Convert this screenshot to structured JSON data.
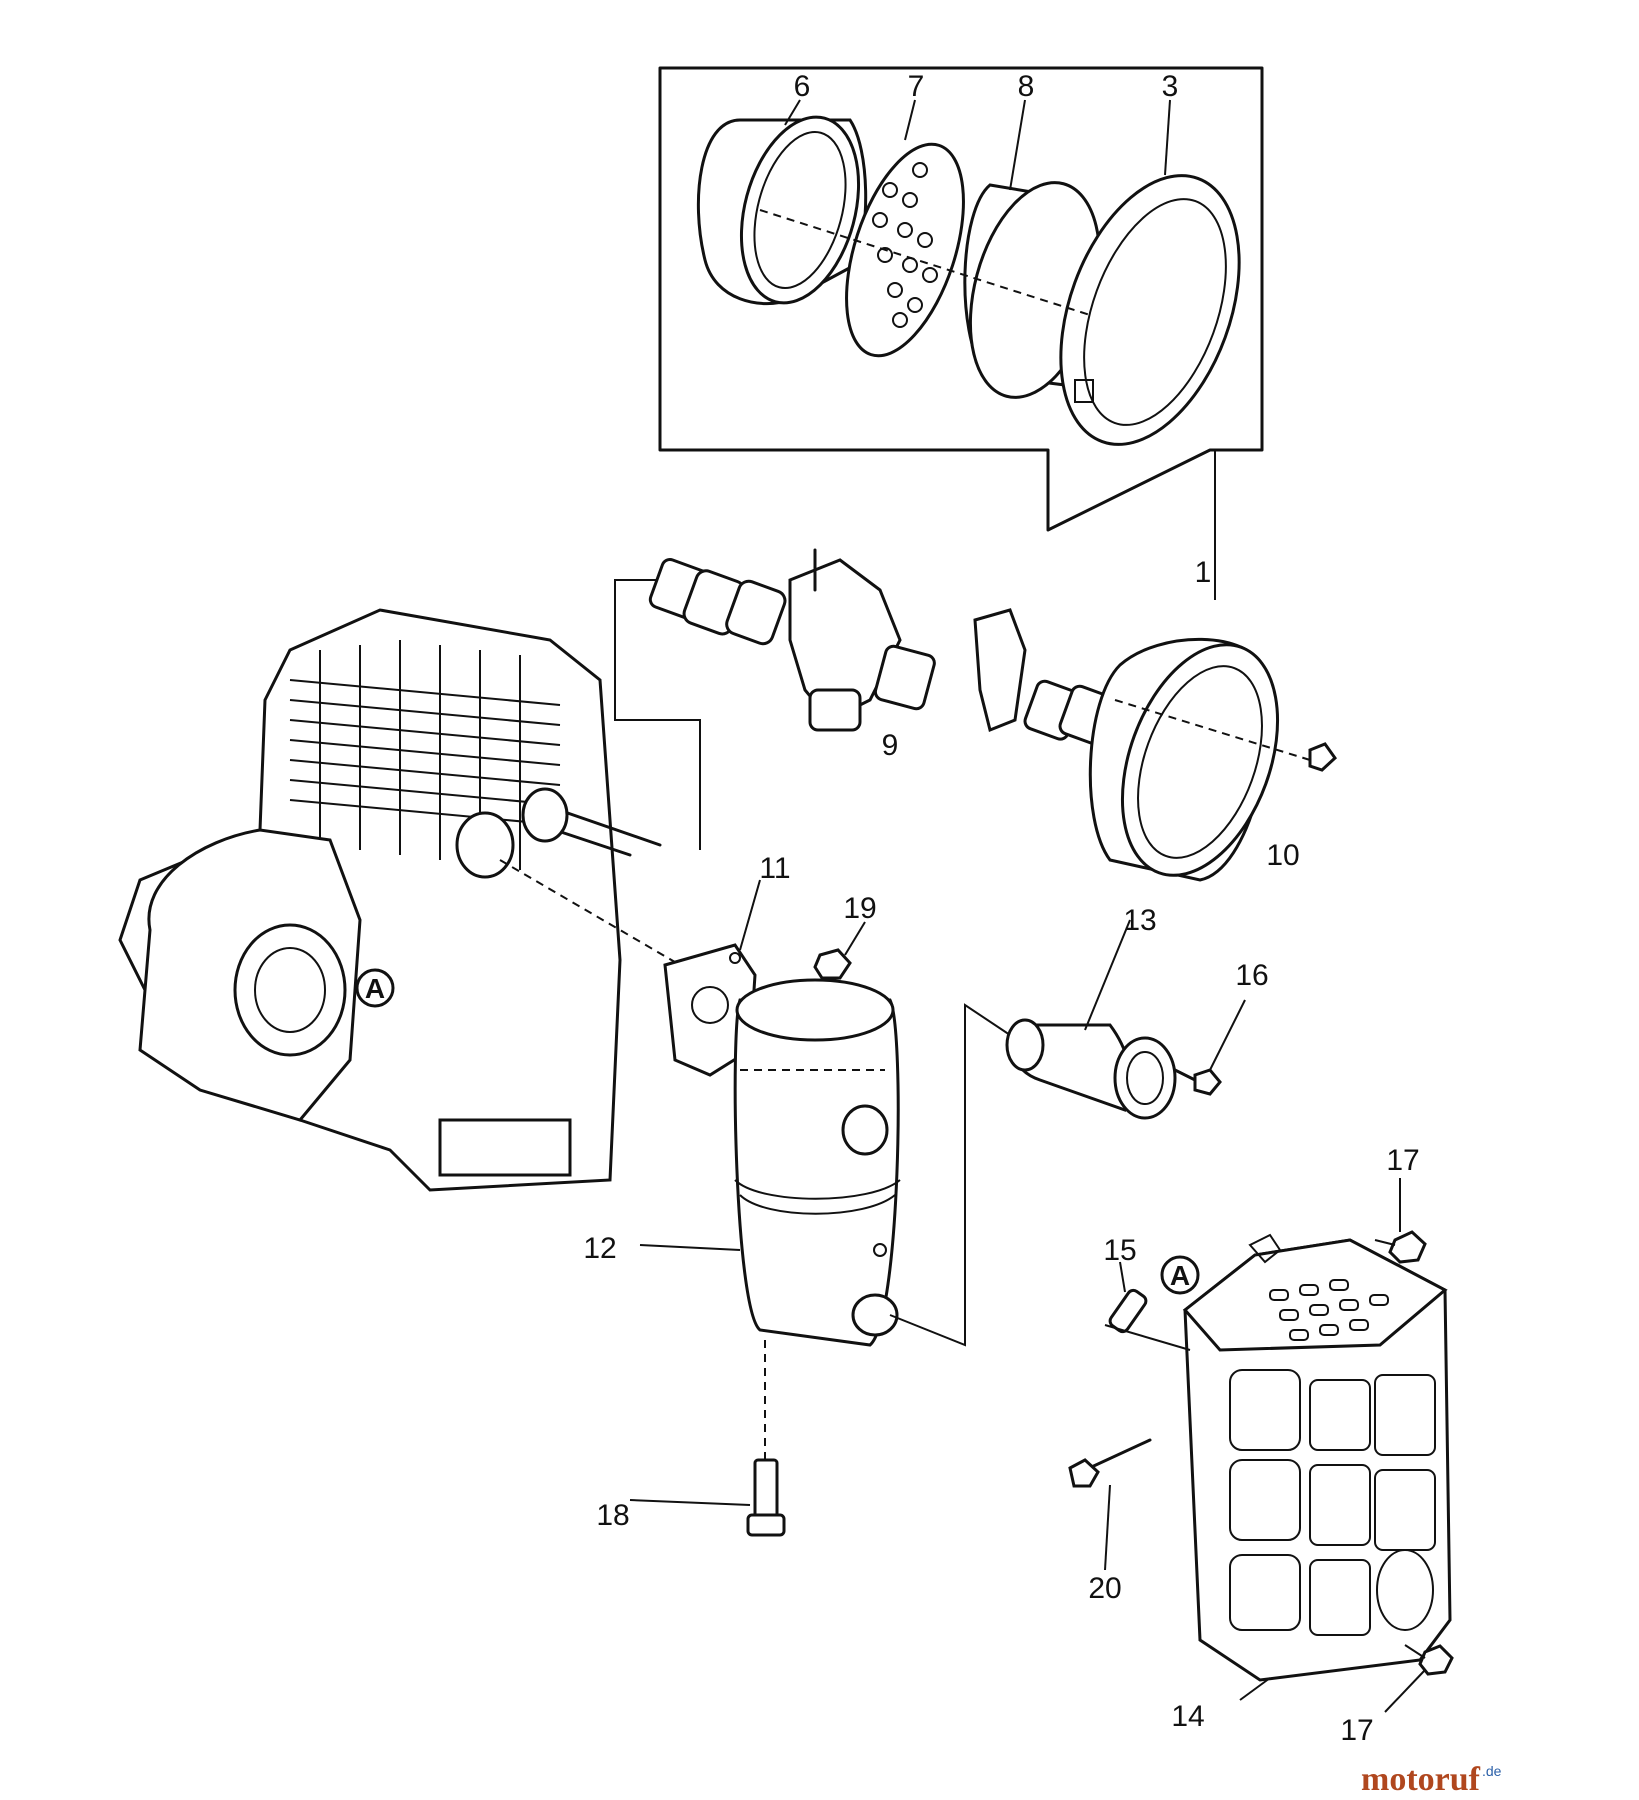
{
  "labels": {
    "p1": "1",
    "p3": "3",
    "p6": "6",
    "p7": "7",
    "p8": "8",
    "p9": "9",
    "p10": "10",
    "p11": "11",
    "p12": "12",
    "p13": "13",
    "p14": "14",
    "p15": "15",
    "p16": "16",
    "p17a": "17",
    "p17b": "17",
    "p18": "18",
    "p19": "19",
    "p20": "20",
    "refA1": "A",
    "refA2": "A"
  },
  "watermark": {
    "name": "motoruf",
    "suffix": ".de"
  },
  "colors": {
    "ink": "#111111",
    "watermark_main": "#b0471e",
    "watermark_accent": "#2a5fa8"
  }
}
